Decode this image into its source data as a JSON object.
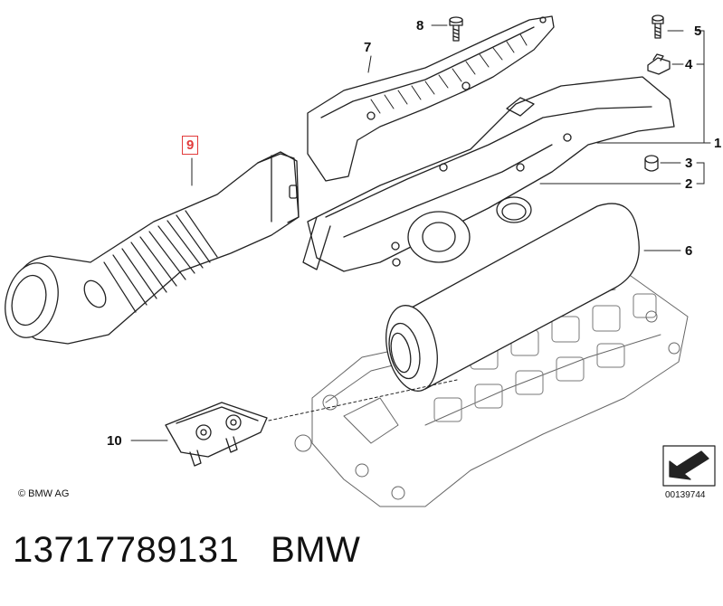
{
  "callouts": {
    "c1": "1",
    "c2": "2",
    "c3": "3",
    "c4": "4",
    "c5": "5",
    "c6": "6",
    "c7": "7",
    "c8": "8",
    "c9": "9",
    "c10": "10"
  },
  "highlighted_callout": "9",
  "highlight_color": "#e23b3b",
  "copyright": "© BMW AG",
  "diagram_id": "00139744",
  "caption": {
    "part_number": "13717789131",
    "brand": "BMW"
  }
}
